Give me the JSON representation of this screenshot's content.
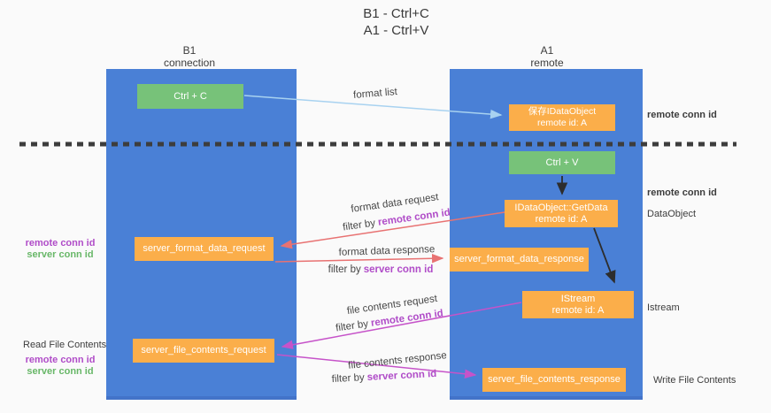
{
  "title": {
    "line1": "B1 - Ctrl+C",
    "line2": "A1 - Ctrl+V"
  },
  "columns": {
    "left": {
      "name": "B1",
      "role": "connection"
    },
    "right": {
      "name": "A1",
      "role": "remote"
    }
  },
  "boxes": {
    "ctrl_c": {
      "label": "Ctrl + C"
    },
    "save_dataobject": {
      "line1": "保存IDataObject",
      "line2": "remote id: A"
    },
    "ctrl_v": {
      "label": "Ctrl + V"
    },
    "getdata": {
      "line1": "IDataObject::GetData",
      "line2": "remote id: A"
    },
    "server_format_data_request": {
      "label": "server_format_data_request"
    },
    "server_format_data_response": {
      "label": "server_format_data_response"
    },
    "istream": {
      "line1": "IStream",
      "line2": "remote id: A"
    },
    "server_file_contents_request": {
      "label": "server_file_contents_request"
    },
    "server_file_contents_response": {
      "label": "server_file_contents_response"
    }
  },
  "flow_labels": {
    "format_list": "format list",
    "format_data_request": "format data request",
    "format_data_response": "format data response",
    "file_contents_request": "file contents request",
    "file_contents_response": "file contents response",
    "filter_by": "filter by",
    "remote_conn_id": "remote conn id",
    "server_conn_id": "server conn id"
  },
  "side_labels": {
    "remote_conn_id": "remote conn id",
    "server_conn_id": "server conn id",
    "read_file_contents": "Read File Contents",
    "write_file_contents": "Write File Contents",
    "dataobject": "DataObject",
    "istream": "Istream"
  },
  "colors": {
    "column_blue": "#4a80d6",
    "box_green": "#77c279",
    "box_orange": "#fbae4a",
    "arrow_blue": "#a8d2f0",
    "arrow_red": "#e87272",
    "arrow_magenta": "#c653c9",
    "arrow_black": "#2d2d2d",
    "label_purple": "#b04cc8",
    "label_green": "#68b768",
    "text_dark": "#3c3c3c",
    "background": "#fafafa"
  }
}
